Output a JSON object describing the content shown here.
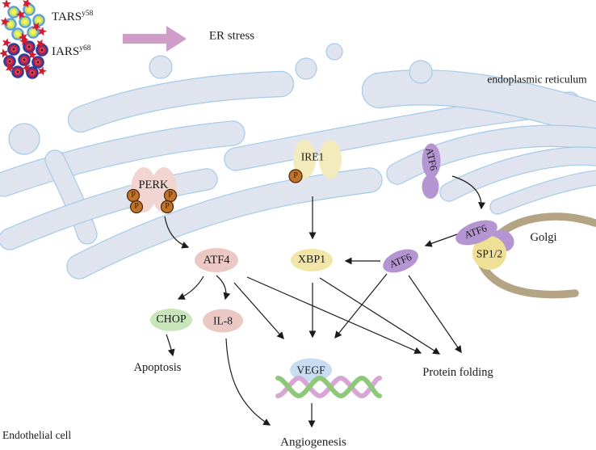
{
  "legend": {
    "tars": {
      "base": "TARS",
      "sup": "y58"
    },
    "iars": {
      "base": "IARS",
      "sup": "y68"
    }
  },
  "labels": {
    "er_stress": "ER stress",
    "endoplasmic_reticulum": "endoplasmic reticulum",
    "golgi": "Golgi",
    "apoptosis": "Apoptosis",
    "protein_folding": "Protein folding",
    "angiogenesis": "Angiogenesis",
    "endothelial_cell": "Endothelial cell",
    "phosphate": "P"
  },
  "nodes": {
    "perk": "PERK",
    "ire1": "IRE1",
    "atf6_membrane": "ATF6",
    "atf6_golgi": "ATF6",
    "sp12": "SP1/2",
    "atf6_cleaved": "ATF6",
    "atf4": "ATF4",
    "xbp1": "XBP1",
    "chop": "CHOP",
    "il8": "IL-8",
    "vegf": "VEGF"
  },
  "edges": [
    {
      "from": "TARS/IARS",
      "to": "ER stress"
    },
    {
      "from": "PERK",
      "to": "ATF4"
    },
    {
      "from": "IRE1",
      "to": "XBP1"
    },
    {
      "from": "ATF6 (ER membrane)",
      "to": "ATF6-SP1/2 at Golgi"
    },
    {
      "from": "ATF6-SP1/2 at Golgi",
      "to": "ATF6 (cleaved)"
    },
    {
      "from": "ATF6 (cleaved)",
      "to": "XBP1"
    },
    {
      "from": "ATF4",
      "to": "CHOP"
    },
    {
      "from": "ATF4",
      "to": "IL-8"
    },
    {
      "from": "ATF4",
      "to": "VEGF"
    },
    {
      "from": "ATF4",
      "to": "Protein folding"
    },
    {
      "from": "XBP1",
      "to": "VEGF"
    },
    {
      "from": "XBP1",
      "to": "Protein folding"
    },
    {
      "from": "ATF6 (cleaved)",
      "to": "VEGF"
    },
    {
      "from": "ATF6 (cleaved)",
      "to": "Protein folding"
    },
    {
      "from": "CHOP",
      "to": "Apoptosis"
    },
    {
      "from": "IL-8",
      "to": "Angiogenesis"
    },
    {
      "from": "VEGF",
      "to": "Angiogenesis"
    }
  ],
  "colors": {
    "er_fill": "#dfe4ef",
    "er_outline": "#a5cbe9",
    "perk_pink": "#f2d5d1",
    "node_pink": "#ecc8c4",
    "node_yellow": "#f1e6a8",
    "ire1_yellow": "#f3ebbc",
    "sp12_yellow": "#f0e096",
    "atf6_purple": "#b495d2",
    "chop_green": "#c8e6ba",
    "vegf_blue": "#c8ddf1",
    "phosphate_orange": "#c0732a",
    "golgi_tan": "#b4a486",
    "big_arrow_pink": "#ce9dc8",
    "dna_green": "#8dc978",
    "dna_pink": "#d7a6d5",
    "star_red": "#d31a2e",
    "tars_cell_ring": "#57a0d8",
    "iars_cell_ring": "#2c3c9c",
    "arrow_black": "#1b1b1b"
  }
}
